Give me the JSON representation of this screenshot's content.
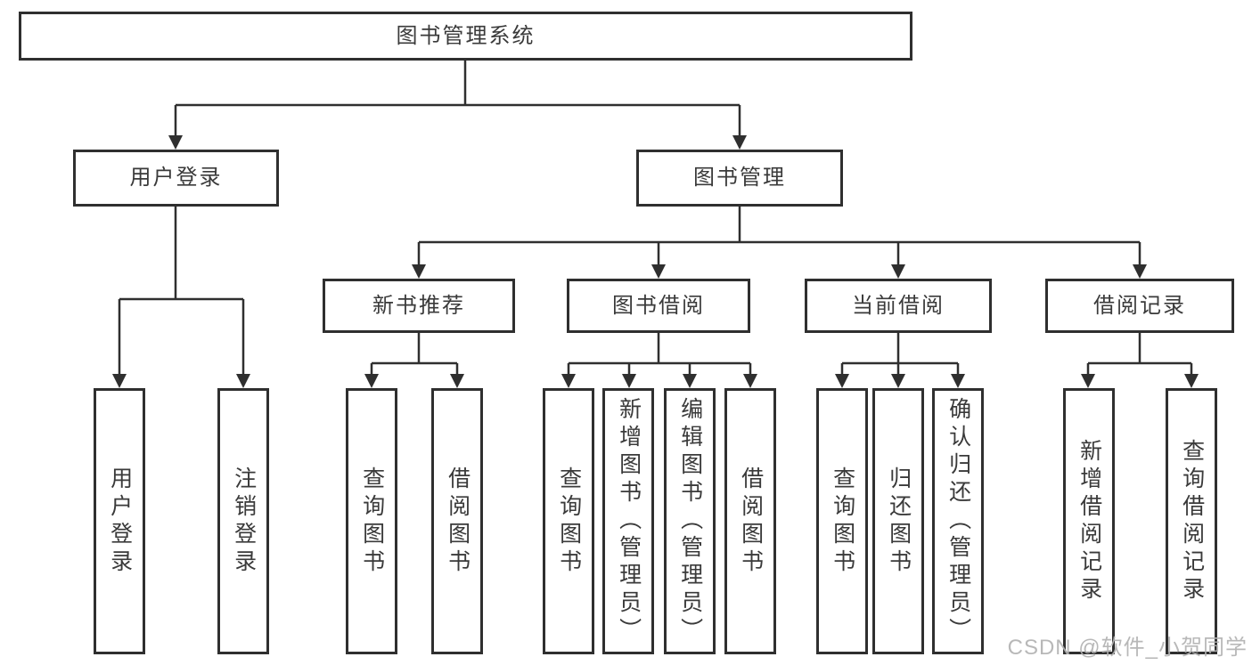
{
  "diagram_type": "hierarchy-flowchart",
  "colors": {
    "background": "#ffffff",
    "line": "#2f2f2f",
    "box_border": "#2f2f2f",
    "text": "#3a3a3a",
    "watermark": "#b2b2b2"
  },
  "tree": {
    "label": "图书管理系统",
    "children": [
      {
        "label": "用户登录",
        "children": [
          {
            "label": "用户登录"
          },
          {
            "label": "注销登录"
          }
        ]
      },
      {
        "label": "图书管理",
        "children": [
          {
            "label": "新书推荐",
            "children": [
              {
                "label": "查询图书"
              },
              {
                "label": "借阅图书"
              }
            ]
          },
          {
            "label": "图书借阅",
            "children": [
              {
                "label": "查询图书"
              },
              {
                "label": "新增图书（管理员）"
              },
              {
                "label": "编辑图书（管理员）"
              },
              {
                "label": "借阅图书"
              }
            ]
          },
          {
            "label": "当前借阅",
            "children": [
              {
                "label": "查询图书"
              },
              {
                "label": "归还图书"
              },
              {
                "label": "确认归还（管理员）"
              }
            ]
          },
          {
            "label": "借阅记录",
            "children": [
              {
                "label": "新增借阅记录"
              },
              {
                "label": "查询借阅记录"
              }
            ]
          }
        ]
      }
    ]
  },
  "watermark": "CSDN @软件_小贺同学"
}
